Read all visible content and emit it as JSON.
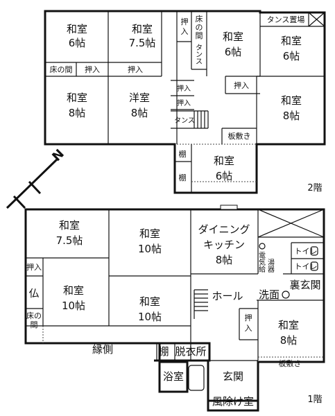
{
  "floor2": {
    "level_label": "2階",
    "rooms": [
      {
        "name": "和室",
        "size": "6帖"
      },
      {
        "name": "和室",
        "size": "7.5帖"
      },
      {
        "name": "和室",
        "size": "6帖"
      },
      {
        "name": "和室",
        "size": "6帖"
      },
      {
        "name": "和室",
        "size": "8帖"
      },
      {
        "name": "洋室",
        "size": "8帖"
      },
      {
        "name": "和室",
        "size": "8帖"
      },
      {
        "name": "和室",
        "size": "6帖"
      }
    ],
    "labels": {
      "oshiire": "押入",
      "tokonoma": "床の間",
      "tansu": "タンス",
      "tansu_okiba": "タンス置場",
      "itajiki": "板敷き",
      "tana": "棚"
    }
  },
  "floor1": {
    "level_label": "1階",
    "rooms": [
      {
        "name": "和室",
        "size": "7.5帖"
      },
      {
        "name": "和室",
        "size": "10帖"
      },
      {
        "name": "和室",
        "size": "10帖"
      },
      {
        "name": "和室",
        "size": "10帖"
      },
      {
        "name": "ダイニング",
        "line2": "キッチン",
        "size": "8帖"
      },
      {
        "name": "和室",
        "size": "8帖"
      }
    ],
    "labels": {
      "oshiire": "押入",
      "butsudan": "仏",
      "tokonoma_1": "床の",
      "tokonoma_2": "間",
      "engawa": "縁側",
      "tana": "棚",
      "datsuijo": "脱衣所",
      "yokushitsu": "浴室",
      "genkan": "玄関",
      "kazeyoke": "風除け室",
      "hall": "ホール",
      "senmen": "洗面",
      "ura_genkan": "裏玄関",
      "toilet": "トイレ",
      "kyuto_1": "電",
      "kyuto_2": "気",
      "kyuto_3": "給",
      "kyuto_4": "湯",
      "kyuto_5": "器",
      "itajiki": "板敷き"
    }
  },
  "compass": {
    "letter": "N"
  }
}
